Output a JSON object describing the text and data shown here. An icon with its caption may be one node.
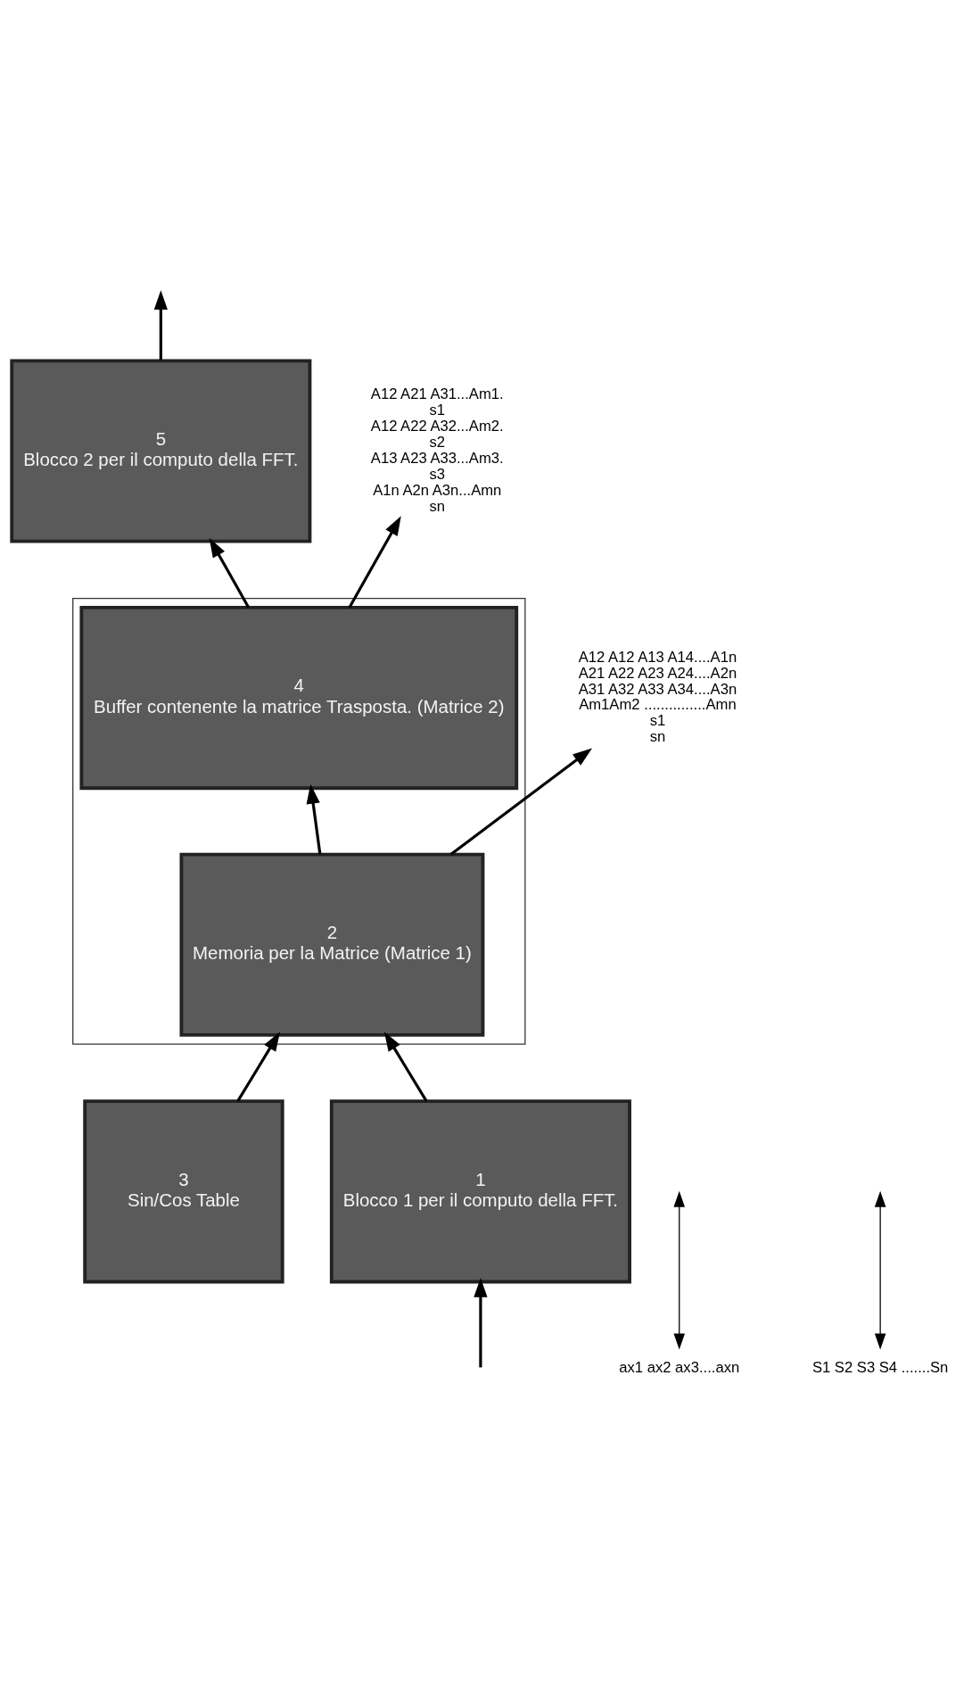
{
  "diagram": {
    "nodes": [
      {
        "text": [
          "1",
          "Blocco 1 per il computo della FFT."
        ]
      },
      {
        "text": [
          "3",
          "Sin/Cos Table"
        ]
      },
      {
        "text": [],
        "shape": "box"
      },
      {
        "text": [
          "2",
          "Memoria per la Matrice (Matrice 1)"
        ],
        "in": 2
      },
      {
        "text": [
          "4",
          "Buffer contenente la matrice Trasposta. (Matrice 2)"
        ],
        "in": 2
      },
      {
        "text": [
          "5",
          "Blocco 2 per il computo della FFT."
        ]
      },
      {
        "text": [
          "ax1 ax2 ax3....axn"
        ]
      },
      {
        "text": [
          "A12 A12 A13 A14....A1n",
          "A21 A22 A23 A24....A2n",
          "A31 A32 A33 A34....A3n",
          "Am1Am2 ...............Amn",
          "s1",
          "sn"
        ]
      },
      {
        "text": [
          "A12 A21 A31...Am1.",
          "s1",
          "A12 A22 A32...Am2.",
          "s2",
          "A13 A23 A33...Am3.",
          "s3",
          "A1n A2n A3n...Amn",
          "sn"
        ]
      },
      {
        "text": [
          "S1 S2 S3 S4 .......Sn"
        ]
      }
    ],
    "edges": [
      {
        "from": null,
        "to": 0,
        "arrow": "to"
      },
      {
        "from": 0,
        "to": 3,
        "arrow": "to"
      },
      {
        "from": 1,
        "to": 3,
        "arrow": "to"
      },
      {
        "from": 3,
        "to": 4,
        "arrow": "to"
      },
      {
        "from": 4,
        "to": 5,
        "arrow": "to"
      },
      {
        "from": 5,
        "to": null,
        "arrow": "to"
      },
      {
        "from": 6,
        "to": null,
        "arrow": "both"
      },
      {
        "from": 3,
        "to": 7,
        "arrow": "to"
      },
      {
        "from": 4,
        "to": 8,
        "arrow": "to"
      },
      {
        "from": 9,
        "to": null,
        "arrow": "both"
      }
    ]
  }
}
